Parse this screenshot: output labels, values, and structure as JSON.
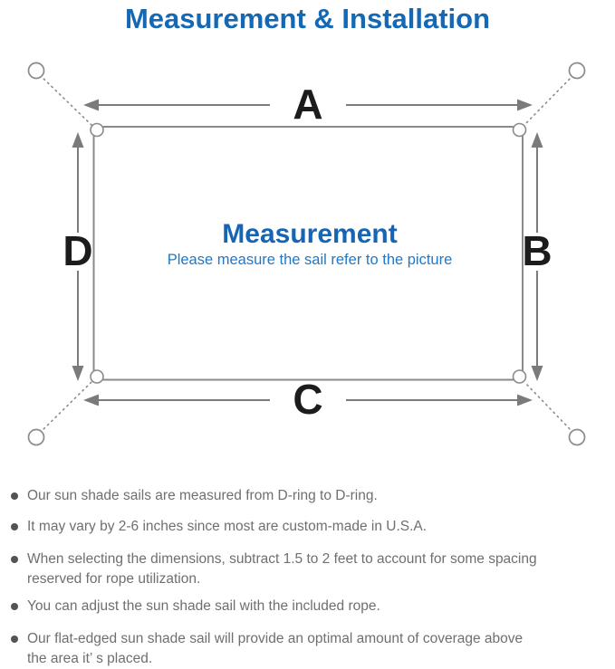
{
  "title": "Measurement & Installation",
  "diagram": {
    "label_a": "A",
    "label_b": "B",
    "label_c": "C",
    "label_d": "D",
    "center_title": "Measurement",
    "center_subtitle": "Please measure the sail refer to the picture",
    "colors": {
      "line_gray": "#8a8a8a",
      "arrow_gray": "#7b7b7b",
      "label_black": "#1c1c1c",
      "center_title_blue": "#1565b4",
      "center_subtitle_blue": "#1f78c8"
    }
  },
  "colors": {
    "title_blue": "#1568b3",
    "bullet_text_gray": "#6f6f6f",
    "bullet_dot_gray": "#545454"
  },
  "bullets": [
    {
      "lines": [
        "Our sun shade sails are measured from D-ring to D-ring."
      ]
    },
    {
      "lines": [
        "It may vary by 2-6 inches since most are custom-made in U.S.A."
      ]
    },
    {
      "lines": [
        "When selecting the dimensions, subtract 1.5 to 2 feet to account for some spacing",
        "reserved for rope utilization."
      ]
    },
    {
      "lines": [
        "You can adjust the sun shade sail with the included rope."
      ]
    },
    {
      "lines": [
        "Our flat-edged sun shade sail will provide an optimal amount of coverage above",
        "the area it’ s placed."
      ]
    }
  ]
}
